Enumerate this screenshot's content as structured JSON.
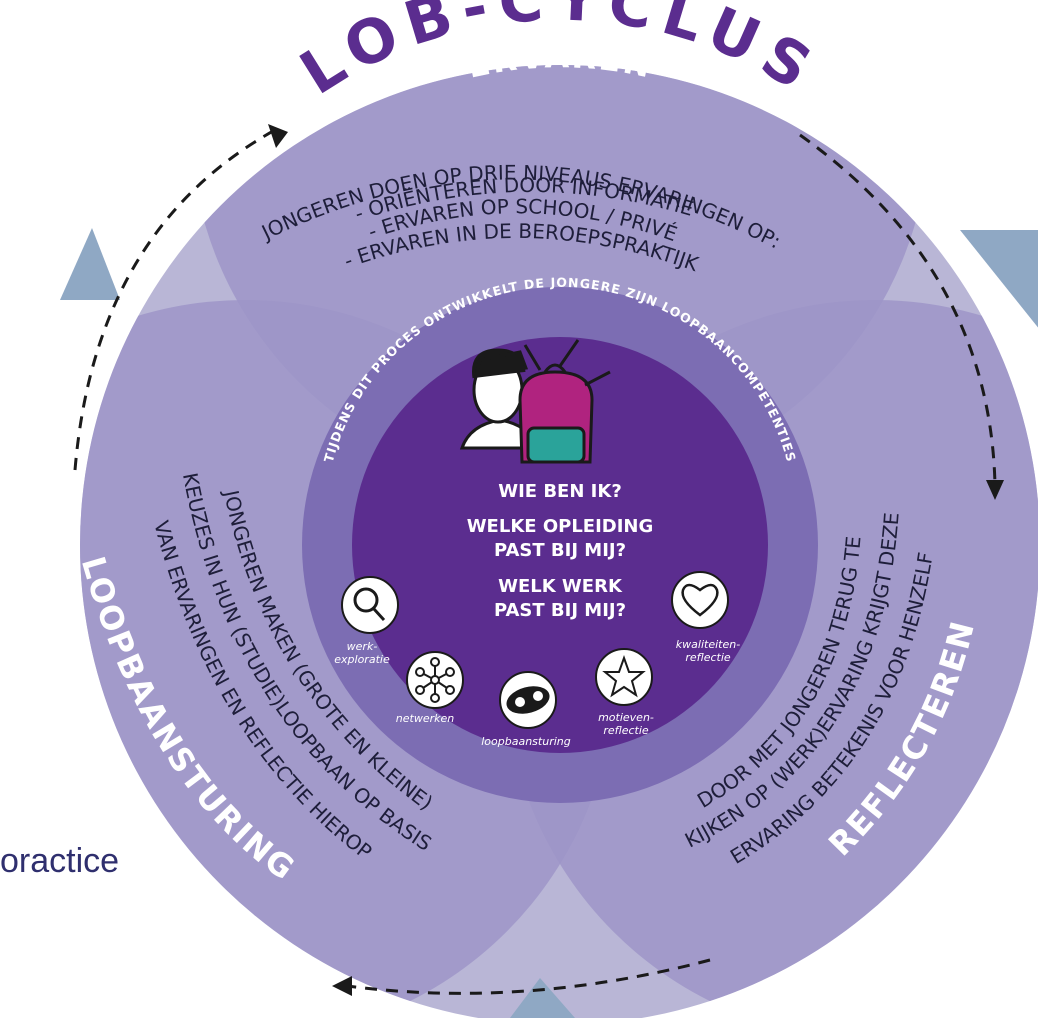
{
  "title": "LOB-CYCLUS",
  "side_word": "oractice",
  "sections": {
    "top": {
      "heading": "ERVAREN",
      "lines": [
        "JONGEREN DOEN OP DRIE NIVEAUS ERVARINGEN OP:",
        "- ORIËNTEREN DOOR INFORMATIE",
        "- ERVAREN OP SCHOOL / PRIVÉ",
        "- ERVAREN IN DE BEROEPSPRAKTIJK"
      ]
    },
    "left": {
      "heading": "LOOPBAANSTURING",
      "lines": [
        "JONGEREN MAKEN (GROTE EN KLEINE)",
        "KEUZES IN HUN (STUDIE)LOOPBAAN OP BASIS",
        "VAN ERVARINGEN EN REFLECTIE HIEROP"
      ]
    },
    "right": {
      "heading": "REFLECTEREN",
      "lines": [
        "DOOR MET JONGEREN TERUG TE",
        "KIJKEN OP (WERK)ERVARING KRIJGT DEZE",
        "ERVARING BETEKENIS VOOR HENZELF"
      ]
    }
  },
  "inner_ring_text": "TIJDENS DIT PROCES ONTWIKKELT DE JONGERE ZIJN LOOPBAANCOMPETENTIES",
  "questions": [
    "WIE BEN IK?",
    "WELKE OPLEIDING",
    "PAST BIJ MIJ?",
    "WELK WERK",
    "PAST BIJ MIJ?"
  ],
  "competencies": [
    {
      "label": "werk-",
      "label2": "exploratie",
      "icon": "magnifier-icon"
    },
    {
      "label": "netwerken",
      "label2": "",
      "icon": "network-icon"
    },
    {
      "label": "loopbaansturing",
      "label2": "",
      "icon": "steering-icon"
    },
    {
      "label": "motieven-",
      "label2": "reflectie",
      "icon": "star-icon"
    },
    {
      "label": "kwaliteiten-",
      "label2": "reflectie",
      "icon": "heart-icon"
    }
  ],
  "colors": {
    "outer_ring": "#b9b6d6",
    "petal": "#9d95c8",
    "petal_overlap": "#8e85bd",
    "mid_disc": "#7c6db3",
    "center": "#5b2d8f",
    "title": "#5b2d8f",
    "teal_wedge": "#8fa8c4",
    "backpack": "#b0237f",
    "backpack_pocket": "#2aa39a"
  }
}
